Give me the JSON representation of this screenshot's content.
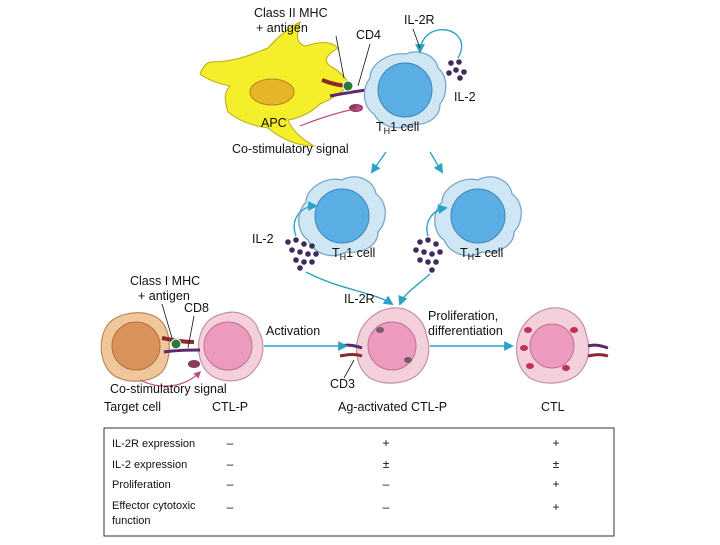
{
  "labels": {
    "class2_line1": "Class II MHC",
    "class2_line2": "+ antigen",
    "cd4": "CD4",
    "il2r_top": "IL-2R",
    "il2_top": "IL-2",
    "apc": "APC",
    "th1_top_T": "T",
    "th1_top_H": "H",
    "th1_top_rest": "1 cell",
    "costim_top": "Co-stimulatory signal",
    "il2_mid": "IL-2",
    "th1_left_T": "T",
    "th1_left_H": "H",
    "th1_left_rest": "1 cell",
    "th1_right_T": "T",
    "th1_right_H": "H",
    "th1_right_rest": "1 cell",
    "class1_line1": "Class I MHC",
    "class1_line2": "+ antigen",
    "cd8": "CD8",
    "il2r_mid": "IL-2R",
    "activation": "Activation",
    "prolif_line1": "Proliferation,",
    "prolif_line2": "differentiation",
    "cd3": "CD3",
    "costim_bottom": "Co-stimulatory signal"
  },
  "stages": [
    "Target cell",
    "CTL-P",
    "Ag-activated CTL-P",
    "CTL"
  ],
  "table": {
    "rows": [
      {
        "label": [
          "IL-2R expression"
        ],
        "ctlp": "–",
        "activated": "+",
        "ctl": "+"
      },
      {
        "label": [
          "IL-2 expression"
        ],
        "ctlp": "–",
        "activated": "±",
        "ctl": "±"
      },
      {
        "label": [
          "Proliferation"
        ],
        "ctlp": "–",
        "activated": "–",
        "ctl": "+"
      },
      {
        "label": [
          "Effector cytotoxic",
          "function"
        ],
        "ctlp": "–",
        "activated": "–",
        "ctl": "+"
      }
    ]
  },
  "colors": {
    "apc": "#f5ee2a",
    "th1_membrane": "#cfe6f5",
    "th1_nucleus": "#5aaee4",
    "ctl_membrane": "#f4d0dd",
    "ctl_nucleus": "#ec9bbf",
    "target_cell": "#f0c79a",
    "target_nucleus": "#d9935a",
    "arrow": "#2aa3c4",
    "il2_dots": "#3d2a5e",
    "costim": "#c04a8a"
  }
}
